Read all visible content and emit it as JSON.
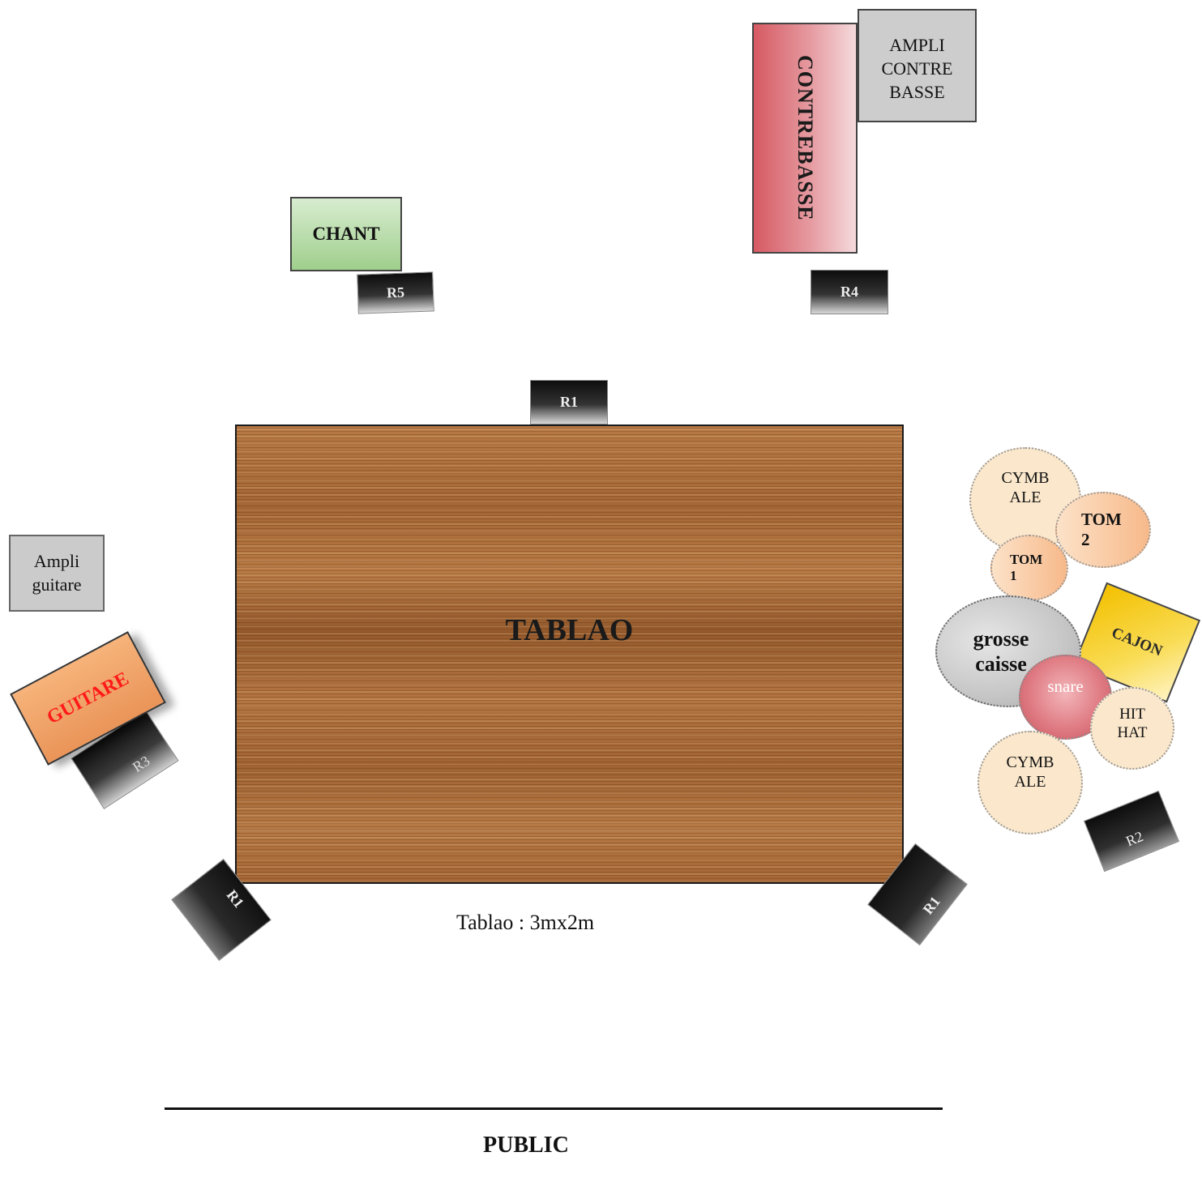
{
  "stage": {
    "tablao_label": "TABLAO",
    "tablao_caption": "Tablao : 3mx2m",
    "public_label": "PUBLIC"
  },
  "instruments": {
    "chant": "CHANT",
    "contrebasse": "CONTREBASSE",
    "ampli_contrebasse": [
      "AMPLI",
      "CONTRE",
      "BASSE"
    ],
    "ampli_guitare": [
      "Ampli",
      "guitare"
    ],
    "guitare": "GUITARE",
    "cajon": "CAJON"
  },
  "drums": {
    "cymbale_top": [
      "CYMB",
      "ALE"
    ],
    "tom2": [
      "TOM",
      "2"
    ],
    "tom1": [
      "TOM",
      "1"
    ],
    "grosse_caisse": [
      "grosse",
      "caisse"
    ],
    "snare": "snare",
    "hit_hat": [
      "HIT",
      "HAT"
    ],
    "cymbale_bottom": [
      "CYMB",
      "ALE"
    ]
  },
  "monitors": {
    "r1_top": "R1",
    "r1_left": "R1",
    "r1_right": "R1",
    "r2": "R2",
    "r3": "R3",
    "r4": "R4",
    "r5": "R5"
  },
  "colors": {
    "chant": "#b3d9a3",
    "contrebasse": "#d85c64",
    "ampli": "#c8c8c8",
    "guitare": "#f1a15f",
    "guitare_text": "#ff1a1a",
    "cajon": "#f6c800",
    "wood": "#a86a35"
  }
}
